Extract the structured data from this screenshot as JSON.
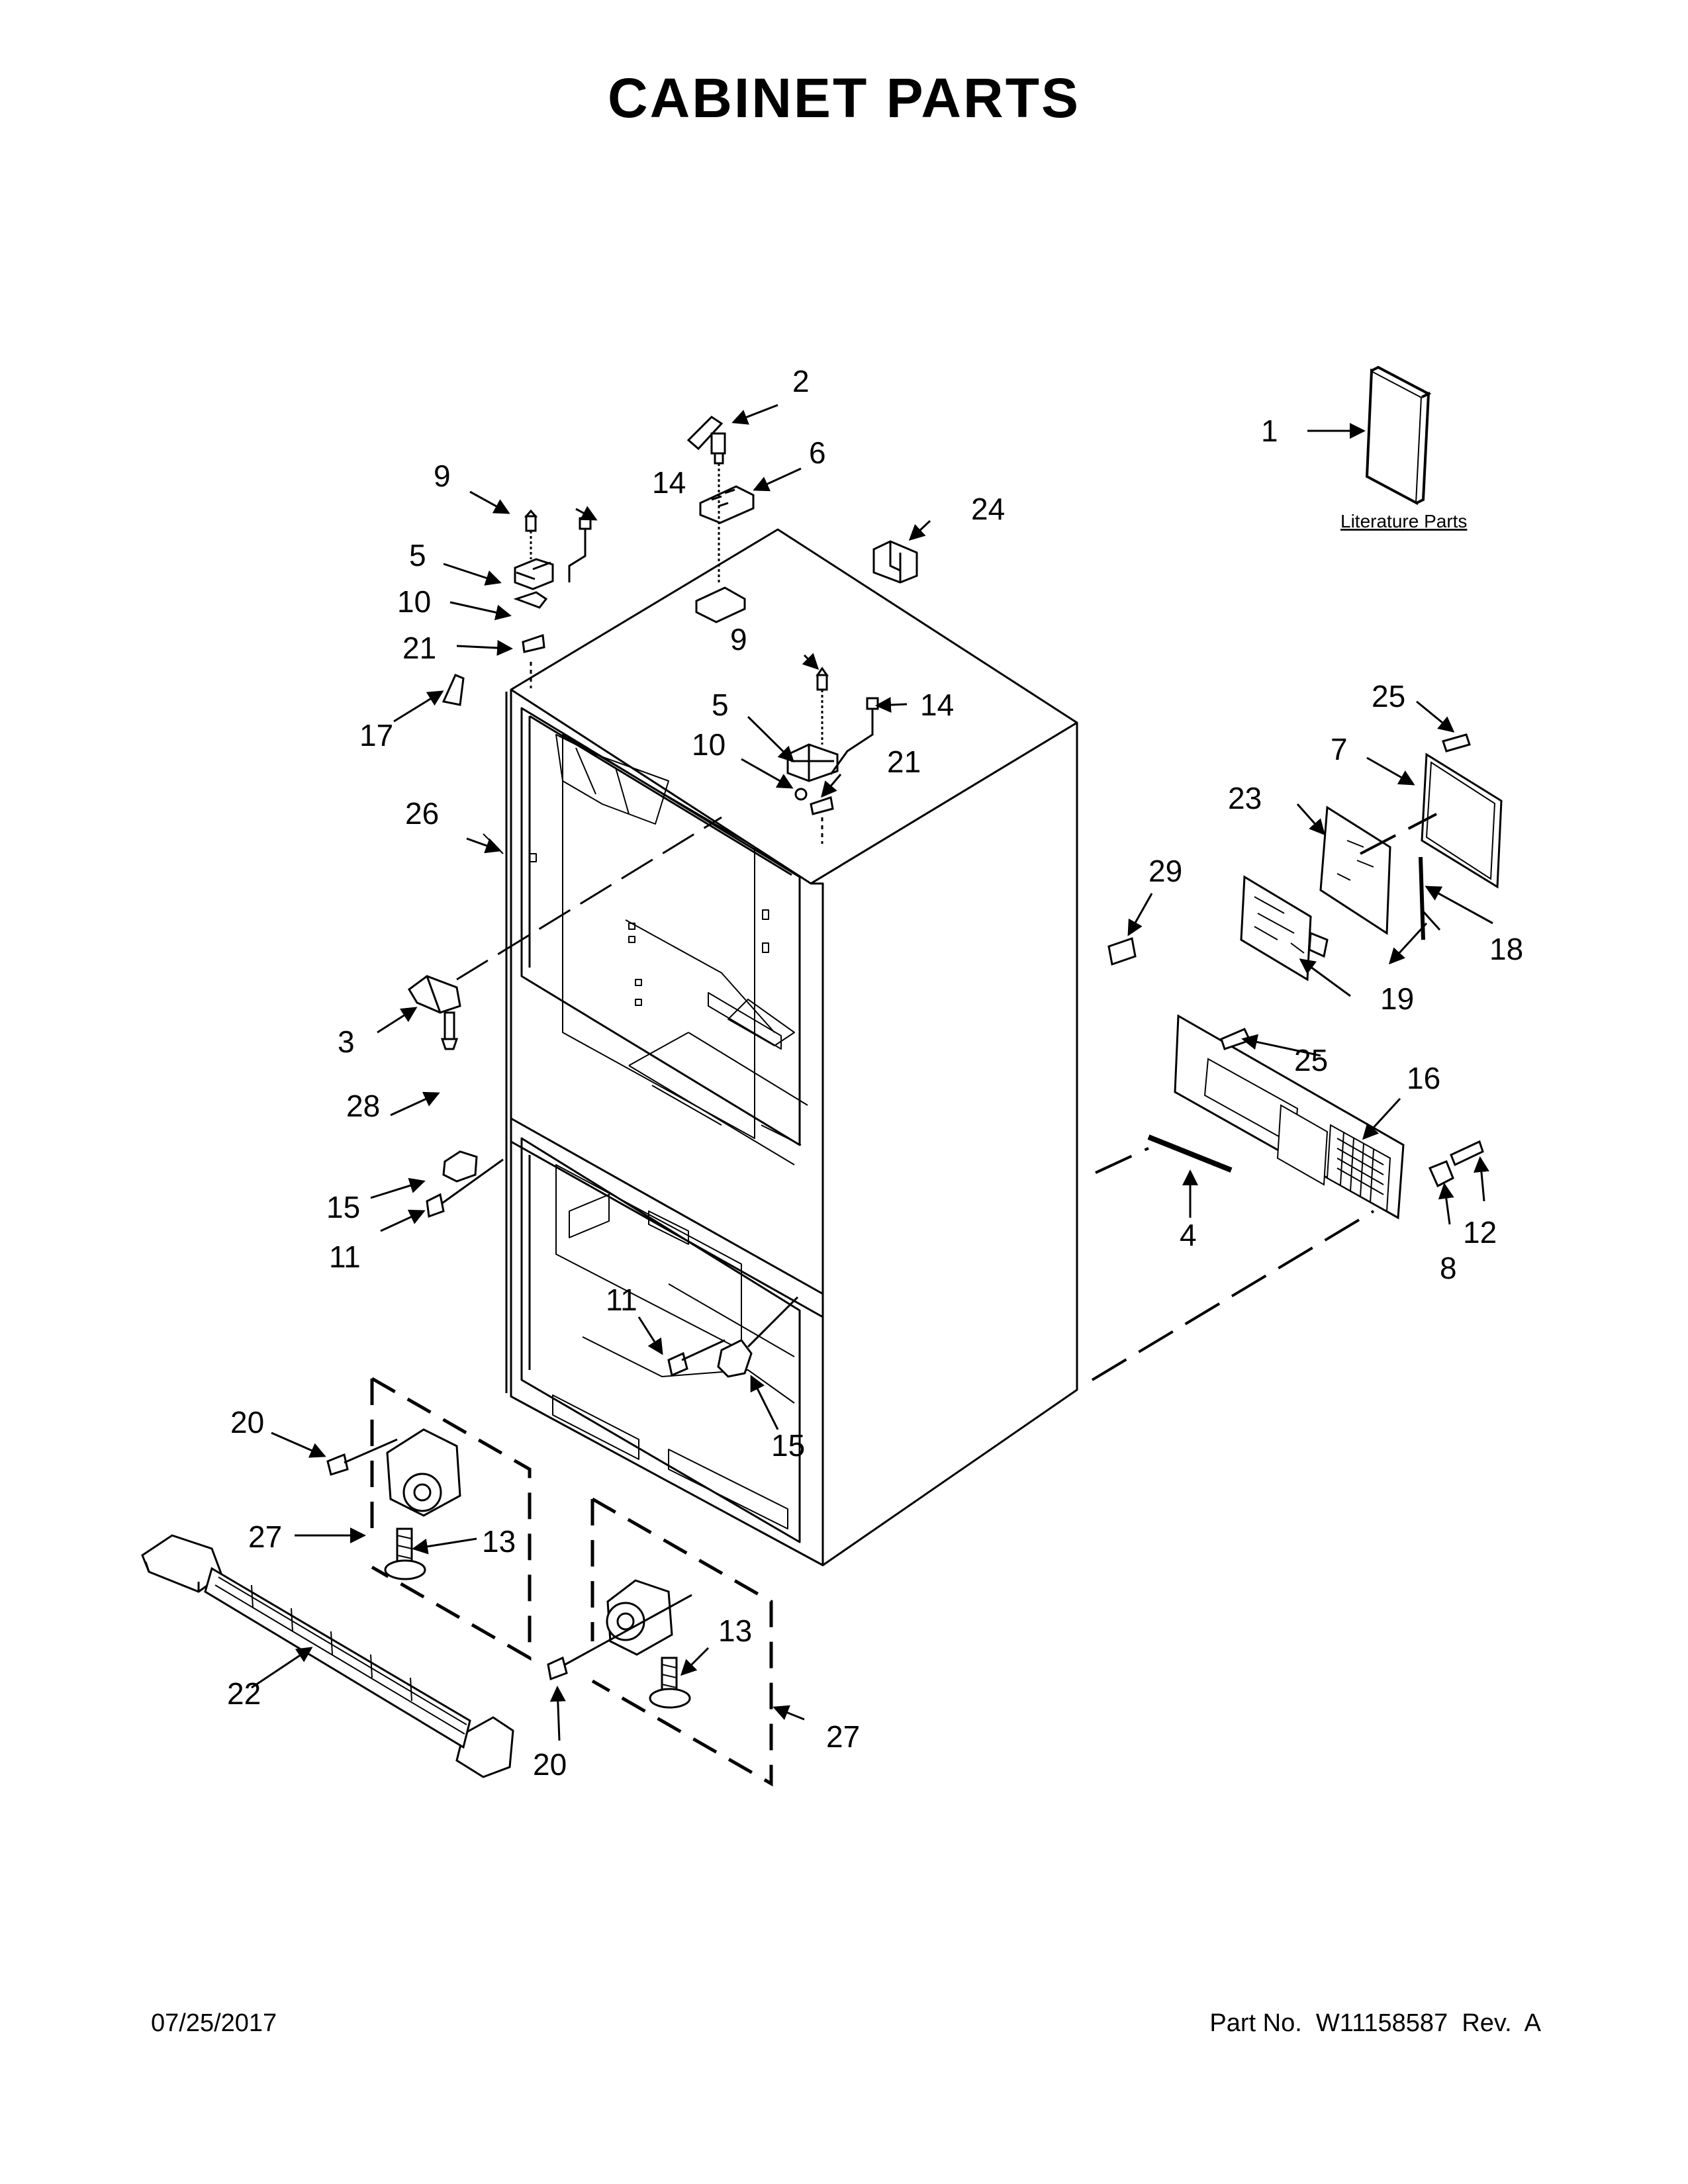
{
  "page": {
    "title": "CABINET PARTS",
    "footer_date": "07/25/2017",
    "footer_part": "Part No.  W11158587  Rev.  A"
  },
  "diagram": {
    "literature_label": "Literature Parts",
    "callouts": [
      {
        "id": "c1",
        "label": "1"
      },
      {
        "id": "c2",
        "label": "2"
      },
      {
        "id": "c3",
        "label": "3"
      },
      {
        "id": "c4",
        "label": "4"
      },
      {
        "id": "c5a",
        "label": "5"
      },
      {
        "id": "c5b",
        "label": "5"
      },
      {
        "id": "c6",
        "label": "6"
      },
      {
        "id": "c7",
        "label": "7"
      },
      {
        "id": "c8",
        "label": "8"
      },
      {
        "id": "c9a",
        "label": "9"
      },
      {
        "id": "c9b",
        "label": "9"
      },
      {
        "id": "c10a",
        "label": "10"
      },
      {
        "id": "c10b",
        "label": "10"
      },
      {
        "id": "c11a",
        "label": "11"
      },
      {
        "id": "c11b",
        "label": "11"
      },
      {
        "id": "c12",
        "label": "12"
      },
      {
        "id": "c13a",
        "label": "13"
      },
      {
        "id": "c13b",
        "label": "13"
      },
      {
        "id": "c14a",
        "label": "14"
      },
      {
        "id": "c14b",
        "label": "14"
      },
      {
        "id": "c15a",
        "label": "15"
      },
      {
        "id": "c15b",
        "label": "15"
      },
      {
        "id": "c16",
        "label": "16"
      },
      {
        "id": "c17",
        "label": "17"
      },
      {
        "id": "c18",
        "label": "18"
      },
      {
        "id": "c19",
        "label": "19"
      },
      {
        "id": "c20a",
        "label": "20"
      },
      {
        "id": "c20b",
        "label": "20"
      },
      {
        "id": "c21a",
        "label": "21"
      },
      {
        "id": "c21b",
        "label": "21"
      },
      {
        "id": "c22",
        "label": "22"
      },
      {
        "id": "c23",
        "label": "23"
      },
      {
        "id": "c24",
        "label": "24"
      },
      {
        "id": "c25a",
        "label": "25"
      },
      {
        "id": "c25b",
        "label": "25"
      },
      {
        "id": "c26",
        "label": "26"
      },
      {
        "id": "c27a",
        "label": "27"
      },
      {
        "id": "c27b",
        "label": "27"
      },
      {
        "id": "c28",
        "label": "28"
      },
      {
        "id": "c29",
        "label": "29"
      }
    ]
  }
}
